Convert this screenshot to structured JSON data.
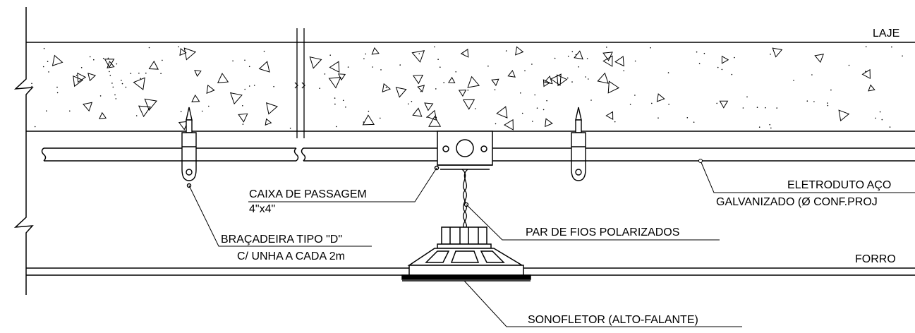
{
  "labels": {
    "laje": "LAJE",
    "forro": "FORRO",
    "caixa_line1": "CAIXA DE PASSAGEM",
    "caixa_line2": "4\"x4\"",
    "bracadeira_line1": "BRAÇADEIRA TIPO \"D\"",
    "bracadeira_line2": "C/ UNHA A CADA 2m",
    "par_fios": "PAR DE FIOS POLARIZADOS",
    "eletroduto_line1": "ELETRODUTO AÇO",
    "eletroduto_line2": "GALVANIZADO (Ø CONF.PROJ",
    "sonofletor": "SONOFLETOR (ALTO-FALANTE)"
  },
  "colors": {
    "line": "#000000",
    "background": "#ffffff"
  }
}
